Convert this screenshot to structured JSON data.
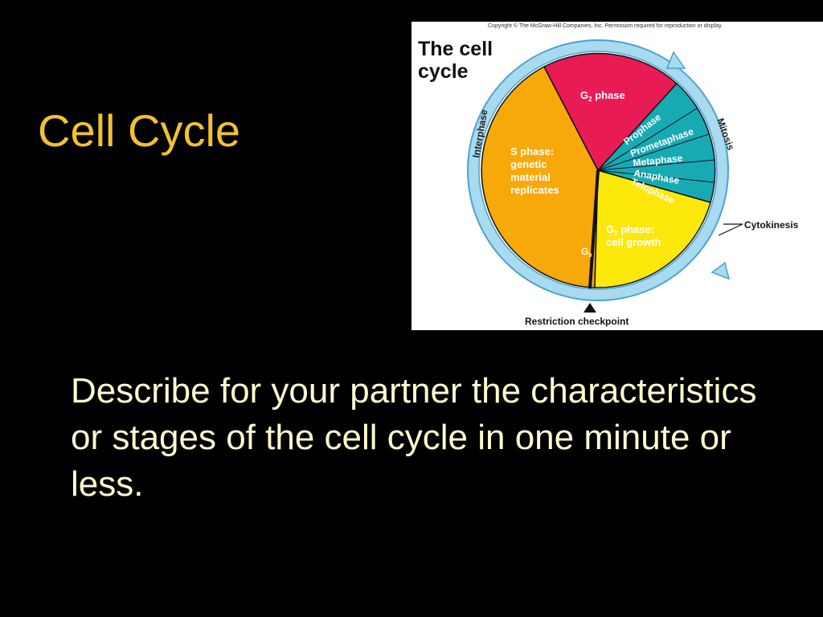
{
  "slide": {
    "title": "Cell Cycle",
    "prompt": "Describe for  your partner the characteristics or stages of the cell cycle in one minute or less."
  },
  "diagram": {
    "copyright": "Copyright © The McGraw-Hill Companies, Inc. Permission required for reproduction or display.",
    "heading_line1": "The cell",
    "heading_line2": "cycle",
    "ring_labels": {
      "interphase": "Interphase",
      "mitosis": "Mitosis"
    },
    "g2": {
      "symbol": "G",
      "sub": "2",
      "rest": " phase"
    },
    "s_phase": [
      "S phase:",
      "genetic",
      "material",
      "replicates"
    ],
    "g1": {
      "symbol": "G",
      "sub": "1",
      "rest": " phase:",
      "line2": "cell growth"
    },
    "g0": {
      "symbol": "G",
      "sub": "0"
    },
    "mitosis_stages": [
      "Prophase",
      "Prometaphase",
      "Metaphase",
      "Anaphase",
      "Telophase"
    ],
    "cytokinesis": "Cytokinesis",
    "restriction_checkpoint": "Restriction checkpoint",
    "colors": {
      "s_phase": "#f7a90a",
      "g2_phase": "#e81b55",
      "g1_phase": "#fde80c",
      "mitosis": "#17aab5",
      "ring": "#a8daf0",
      "title": "#f2c22e",
      "body_text": "#fffbd0"
    }
  }
}
